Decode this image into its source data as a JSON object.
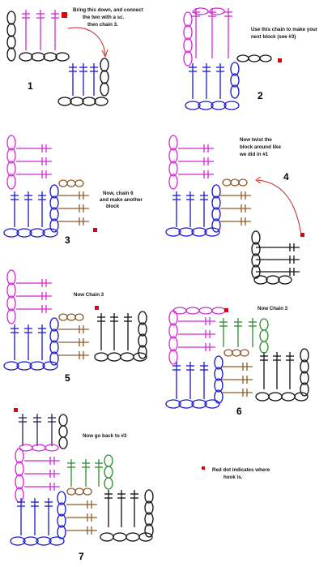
{
  "colors": {
    "pink": "#d028d0",
    "blue": "#1a1ad0",
    "black": "#111111",
    "brown": "#8b5a2b",
    "green": "#2e8b2e",
    "red": "#e00000",
    "arrow": "#cc2222"
  },
  "steps": [
    {
      "number": "1",
      "caption": [
        "Bring this down, and connect",
        "the two with a sc.",
        "then chain 3."
      ]
    },
    {
      "number": "2",
      "caption": [
        "Use this chain to make your",
        "next block (see #3)"
      ]
    },
    {
      "number": "3",
      "caption": [
        "Now, chain 6",
        "and make another",
        "block"
      ]
    },
    {
      "number": "4",
      "caption": [
        "Now twist the",
        "block around like",
        "we did in #1"
      ]
    },
    {
      "number": "5",
      "caption": [
        "Now Chain 3"
      ]
    },
    {
      "number": "6",
      "caption": [
        "Now Chain 3"
      ]
    },
    {
      "number": "7",
      "caption": [
        "Now go back to #3"
      ]
    }
  ],
  "legend": {
    "text": [
      "Red dot indicates where",
      "hook is."
    ],
    "icon": "red-square-marker"
  }
}
